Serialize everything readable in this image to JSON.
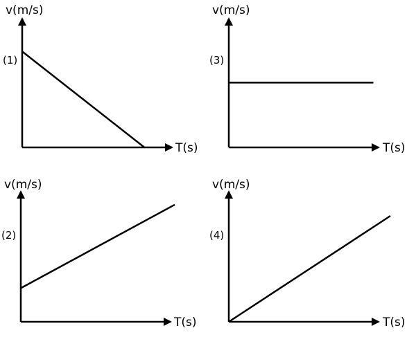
{
  "chart_data": [
    {
      "type": "line",
      "panel_label": "(1)",
      "xlabel": "T(s)",
      "ylabel": "v(m/s)",
      "grid": false,
      "xlim": [
        0,
        1
      ],
      "ylim": [
        0,
        1
      ],
      "series": [
        {
          "x": [
            0,
            0.82
          ],
          "y": [
            0.77,
            0
          ]
        }
      ]
    },
    {
      "type": "line",
      "panel_label": "(3)",
      "xlabel": "T(s)",
      "ylabel": "v(m/s)",
      "grid": false,
      "xlim": [
        0,
        1
      ],
      "ylim": [
        0,
        1
      ],
      "series": [
        {
          "x": [
            0,
            0.97
          ],
          "y": [
            0.52,
            0.52
          ]
        }
      ]
    },
    {
      "type": "line",
      "panel_label": "(2)",
      "xlabel": "T(s)",
      "ylabel": "v(m/s)",
      "grid": false,
      "xlim": [
        0,
        1
      ],
      "ylim": [
        0,
        1
      ],
      "series": [
        {
          "x": [
            0,
            1
          ],
          "y": [
            0.27,
            0.94
          ]
        }
      ]
    },
    {
      "type": "line",
      "panel_label": "(4)",
      "xlabel": "T(s)",
      "ylabel": "v(m/s)",
      "grid": false,
      "xlim": [
        0,
        1
      ],
      "ylim": [
        0,
        1
      ],
      "series": [
        {
          "x": [
            0,
            1
          ],
          "y": [
            0,
            0.85
          ]
        }
      ]
    }
  ],
  "colors": {
    "axis": "#000000",
    "line": "#000000"
  }
}
